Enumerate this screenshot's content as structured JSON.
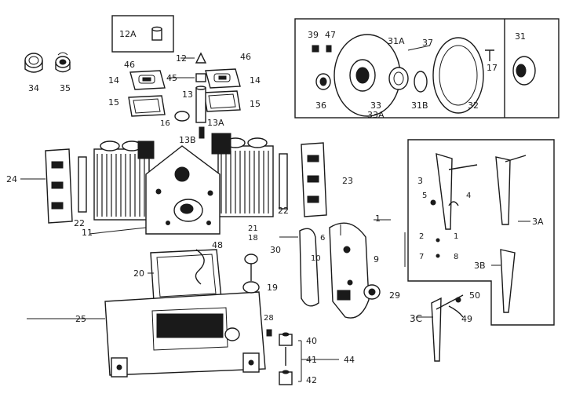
{
  "labels": {
    "p12a": "12A",
    "p34": "34",
    "p35": "35",
    "p46a": "46",
    "p46b": "46",
    "p12": "12",
    "p14a": "14",
    "p14b": "14",
    "p45": "45",
    "p15a": "15",
    "p15b": "15",
    "p13": "13",
    "p16": "16",
    "p13a": "13A",
    "p13b": "13B",
    "p24": "24",
    "p22a": "22",
    "p22b": "22",
    "p23": "23",
    "p11": "11",
    "p48": "48",
    "p20": "20",
    "p25": "25",
    "p21": "21",
    "p18": "18",
    "p19": "19",
    "p28": "28",
    "p30": "30",
    "p10": "10",
    "p6": "6",
    "p9": "9",
    "p1": "1",
    "p29": "29",
    "p40": "40",
    "p41": "41",
    "p42": "42",
    "p44": "44",
    "p39": "39",
    "p47": "47",
    "p31a": "31A",
    "p37": "37",
    "p17": "17",
    "p31": "31",
    "p36": "36",
    "p33": "33",
    "p33a": "33A",
    "p31b": "31B",
    "p32": "32",
    "p3": "3",
    "p5": "5",
    "p4": "4",
    "p3a": "3A",
    "p2": "2",
    "p7": "7",
    "p1b": "1",
    "p8": "8",
    "p3b": "3B",
    "p3c": "3C",
    "p50": "50",
    "p49": "49"
  }
}
